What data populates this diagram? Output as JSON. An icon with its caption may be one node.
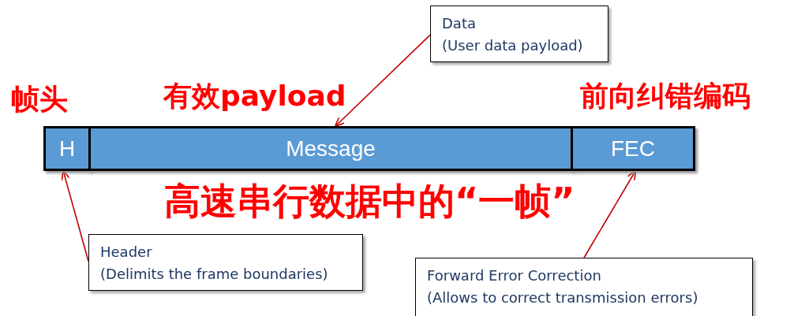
{
  "diagram": {
    "nodes": [
      {
        "text": [
          "H"
        ]
      },
      {
        "text": [
          "Message"
        ]
      },
      {
        "text": [
          "FEC"
        ]
      },
      {
        "text": [
          "Data",
          "(User data payload)"
        ]
      },
      {
        "text": [
          "Header",
          "(Delimits the frame boundaries)"
        ]
      },
      {
        "text": [
          "Forward Error Correction",
          "(Allows to correct transmission errors)"
        ]
      }
    ],
    "edges": [
      {
        "from": 3,
        "to": 1,
        "arrow": "to"
      },
      {
        "from": 4,
        "to": 0,
        "arrow": "to"
      },
      {
        "from": 5,
        "to": 2,
        "arrow": "to"
      }
    ],
    "labels": [
      "帧头",
      "有效payload",
      "前向纠错编码",
      "高速串行数据中的“一帧”"
    ]
  }
}
